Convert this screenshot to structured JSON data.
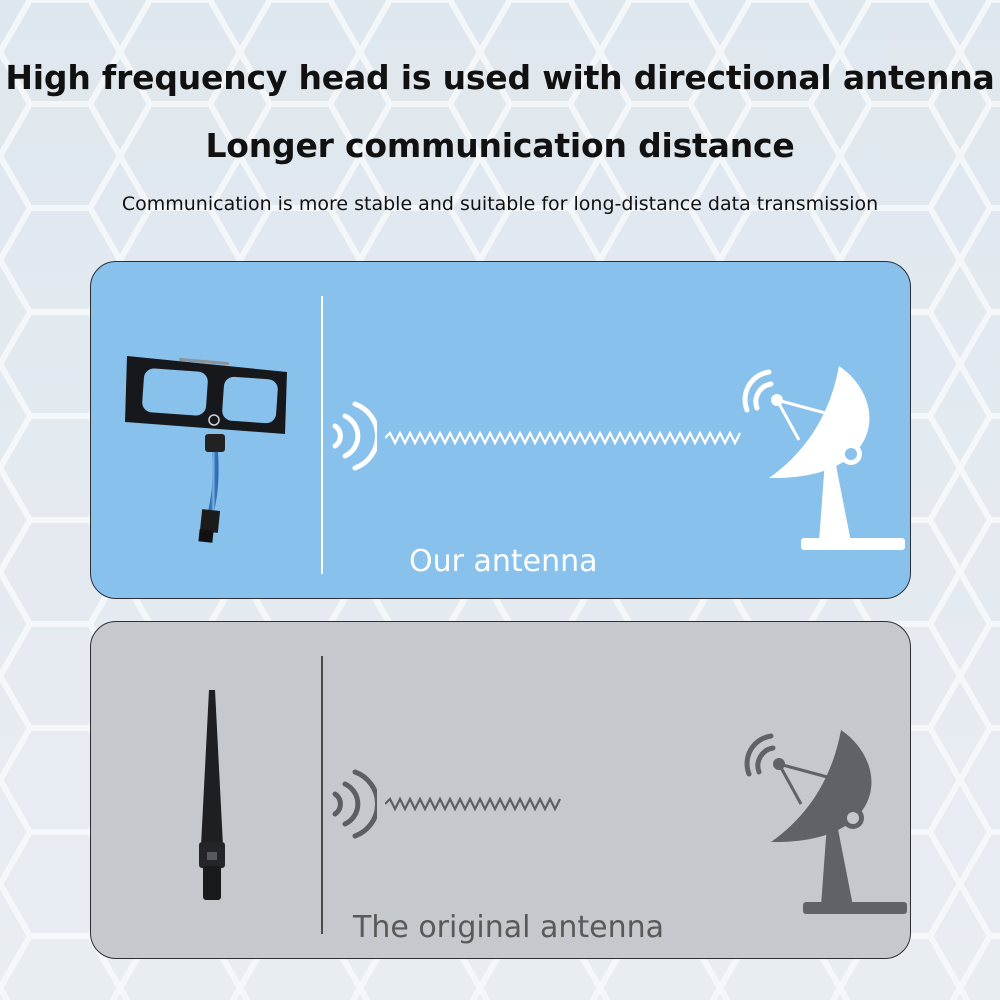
{
  "header": {
    "title": "High frequency head is used with directional antenna",
    "subtitle": "Longer communication distance",
    "description": "Communication is more stable and suitable for long-distance data transmission"
  },
  "panels": {
    "ours": {
      "caption": "Our antenna",
      "background": "#88c1ec",
      "icon_color": "#ffffff"
    },
    "original": {
      "caption": "The original antenna",
      "background": "#c5c8cd",
      "icon_color": "#5f6266"
    }
  },
  "icons": {
    "directional": "directional-antenna-icon",
    "whip": "whip-antenna-icon",
    "signal": "signal-waves-icon",
    "dish": "satellite-dish-icon"
  }
}
